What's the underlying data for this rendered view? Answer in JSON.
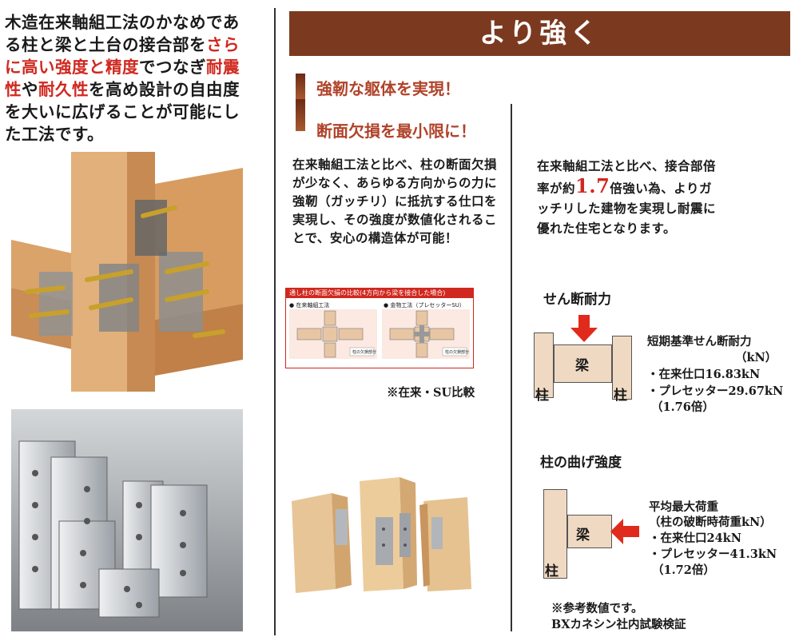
{
  "intro": {
    "p1": "木造在来軸組工法のかなめである柱と梁と土台の接合部を",
    "r1": "さらに高い強度と精度",
    "p2": "でつなぎ",
    "r2": "耐震性",
    "p3": "や",
    "r3": "耐久性",
    "p4": "を高め設計の自由度を大いに広げることが可能にした工法です。"
  },
  "banner": "より強く",
  "headings": [
    "強靭な躯体を実現！",
    "断面欠損を最小限に！"
  ],
  "middle_text": "在来軸組工法と比べ、柱の断面欠損が少なく、あらゆる方向からの力に強靭（ガッチリ）に抵抗する仕口を実現し、その強度が数値化されることで、安心の構造体が可能！",
  "compare": {
    "title": "通し柱の断面欠損の比較",
    "title_note": "(4方向から梁を接合した場合)",
    "left_label": "● 在来軸組工法",
    "right_label": "● 金物工法（プレセッターSU）",
    "caption_left": "柱の欠損部分",
    "caption_right": "柱の欠損部分",
    "note": "※在来・SU比較"
  },
  "right": {
    "text_a": "在来軸組工法と比べ、接合部倍率が約",
    "value": "1.7",
    "text_b": "倍強い為、よりガッチリした建物を実現し耐震に優れた住宅となります。",
    "shear": {
      "title": "せん断耐力",
      "beam": "梁",
      "col_left": "柱",
      "col_right": "柱",
      "label": "短期基準せん断耐力",
      "unit": "（kN）",
      "items": [
        "・在来仕口16.83kN",
        "・プレセッター29.67kN",
        "（1.76倍）"
      ]
    },
    "bend": {
      "title": "柱の曲げ強度",
      "beam": "梁",
      "col": "柱",
      "label": "平均最大荷重",
      "sub": "（柱の破断時荷重kN）",
      "items": [
        "・在来仕口24kN",
        "・プレセッター41.3kN",
        "（1.72倍）"
      ]
    },
    "note1": "※参考数値です。",
    "note2": "BXカネシン社内試験検証"
  },
  "colors": {
    "banner": "#7b3a20",
    "accent": "#d0281f",
    "arrow": "#e02a1c",
    "wood": "#f0d9c2"
  }
}
